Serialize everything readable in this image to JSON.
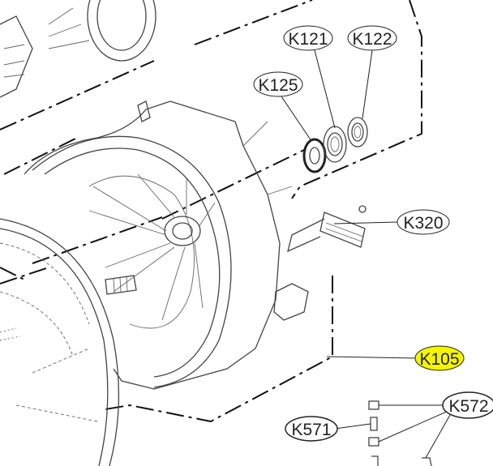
{
  "diagram": {
    "title": "Tub assembly exploded parts view",
    "highlight_color": "#f5f500",
    "labels": {
      "k121": "K121",
      "k122": "K122",
      "k125": "K125",
      "k320": "K320",
      "k105": "K105",
      "k572": "K572",
      "k571": "K571"
    }
  }
}
